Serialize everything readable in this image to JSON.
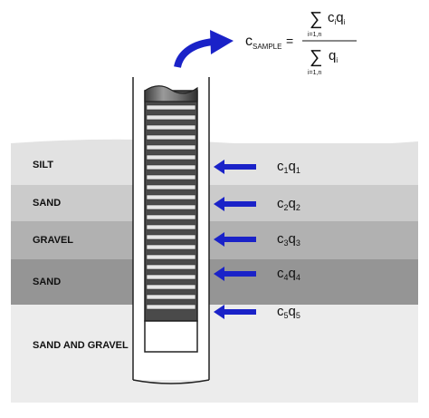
{
  "layers": [
    {
      "label": "SILT",
      "fill": "#e2e2e2"
    },
    {
      "label": "SAND",
      "fill": "#cbcbcb"
    },
    {
      "label": "GRAVEL",
      "fill": "#b1b1b1"
    },
    {
      "label": "SAND",
      "fill": "#959595"
    },
    {
      "label": "SAND AND GRAVEL",
      "fill": "#ececec"
    }
  ],
  "inflows": [
    {
      "c": "c",
      "ci": "1",
      "q": "q",
      "qi": "1"
    },
    {
      "c": "c",
      "ci": "2",
      "q": "q",
      "qi": "2"
    },
    {
      "c": "c",
      "ci": "3",
      "q": "q",
      "qi": "3"
    },
    {
      "c": "c",
      "ci": "4",
      "q": "q",
      "qi": "4"
    },
    {
      "c": "c",
      "ci": "5",
      "q": "q",
      "qi": "5"
    }
  ],
  "equation": {
    "lhs": "c",
    "lhs_sub": "SAMPLE",
    "equals": "=",
    "sum_symbol": "∑",
    "numerator": {
      "c": "c",
      "ci": "i",
      "q": "q",
      "qi": "i"
    },
    "numerator_limits": "i=1,n",
    "denominator": {
      "q": "q",
      "qi": "i"
    },
    "denominator_limits": "i=1,n"
  },
  "colors": {
    "arrow": "#1a22c8",
    "well_outline": "#222222",
    "screen_band_dark": "#555555",
    "screen_band_light": "#e6e6e6"
  },
  "icons": {
    "inflow_arrow": "left-arrow-icon",
    "discharge_arrow": "curved-arrow-icon"
  }
}
